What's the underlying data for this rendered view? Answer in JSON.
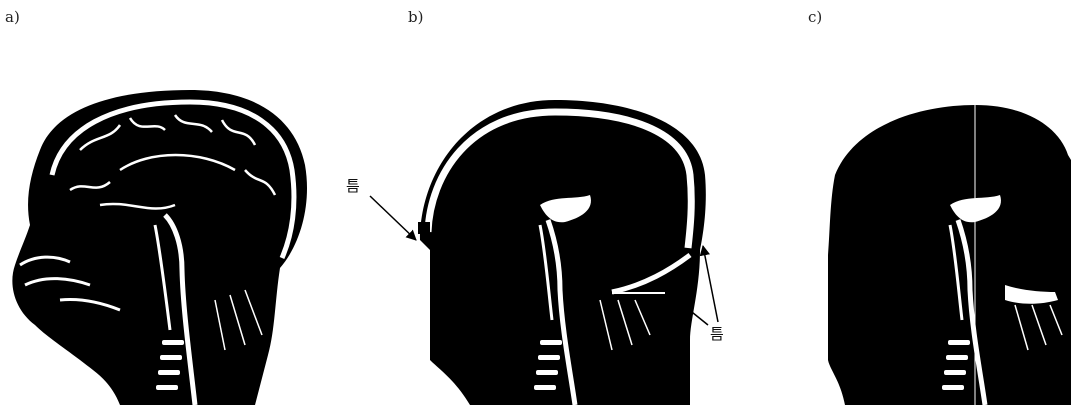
{
  "panels": [
    {
      "label": "a)"
    },
    {
      "label": "b)"
    },
    {
      "label": "c)"
    }
  ],
  "annotations": {
    "gap_label_left": "틈",
    "gap_label_right": "틈"
  },
  "colors": {
    "background": "#ffffff",
    "ink": "#000000",
    "line": "#ffffff"
  }
}
